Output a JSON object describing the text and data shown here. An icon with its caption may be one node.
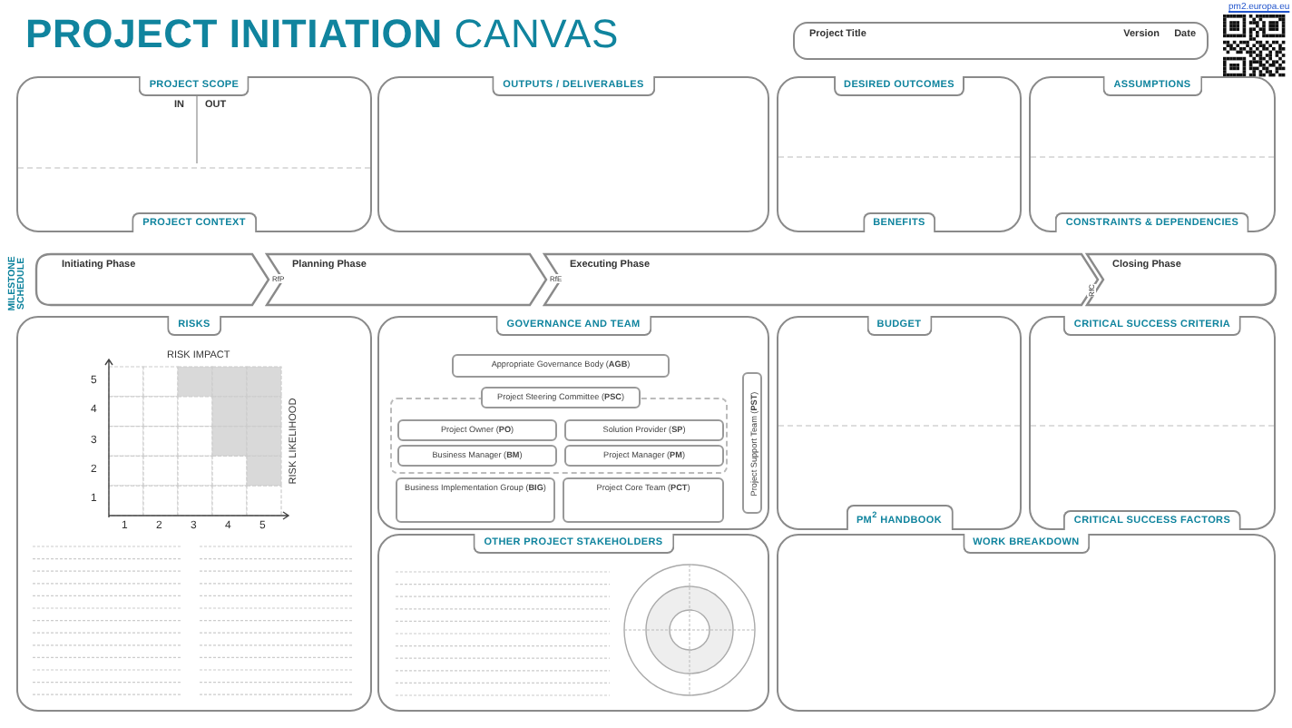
{
  "diagram": {
    "title": "**PROJECT INITIATION** CANVAS",
    "nodes": [
      {
        "text": [
          "Project Title",
          "Version",
          "Date"
        ]
      },
      {
        "text": [
          "PROJECT SCOPE",
          "IN",
          "OUT",
          "PROJECT CONTEXT"
        ]
      },
      {
        "text": [
          "OUTPUTS / DELIVERABLES"
        ]
      },
      {
        "text": [
          "DESIRED OUTCOMES",
          "BENEFITS"
        ]
      },
      {
        "text": [
          "ASSUMPTIONS",
          "CONSTRAINTS & DEPENDENCIES"
        ]
      },
      {
        "text": [
          "Initiating Phase"
        ]
      },
      {
        "text": [
          "Planning Phase"
        ]
      },
      {
        "text": [
          "Executing Phase"
        ]
      },
      {
        "text": [
          "Closing Phase"
        ]
      },
      {
        "text": [
          "RISKS"
        ]
      },
      {
        "text": [
          "GOVERNANCE AND TEAM"
        ]
      },
      {
        "text": [
          "Appropriate Governance Body (**AGB**)"
        ],
        "in": 10
      },
      {
        "text": [
          "Project Steering Committee (**PSC**)"
        ],
        "in": 10
      },
      {
        "text": [],
        "shape": "box",
        "in": 10
      },
      {
        "text": [
          "Project Owner (**PO**)"
        ],
        "in": 13
      },
      {
        "text": [
          "Solution Provider (**SP**)"
        ],
        "in": 13
      },
      {
        "text": [
          "Business Manager (**BM**)"
        ],
        "in": 13
      },
      {
        "text": [
          "Project Manager (**PM**)"
        ],
        "in": 13
      },
      {
        "text": [
          "Business Implementation Group (**BIG**)"
        ],
        "in": 10
      },
      {
        "text": [
          "Project Core Team (**PCT**)"
        ],
        "in": 10
      },
      {
        "text": [
          "Project Support Team (**PST**)"
        ],
        "in": 10
      },
      {
        "text": [
          "BUDGET",
          "PM$^{2}$ HANDBOOK"
        ]
      },
      {
        "text": [
          "CRITICAL SUCCESS CRITERIA",
          "CRITICAL SUCCESS FACTORS"
        ]
      },
      {
        "text": [
          "OTHER PROJECT STAKEHOLDERS"
        ]
      },
      {
        "text": [
          "WORK BREAKDOWN"
        ]
      }
    ],
    "labels": [
      "pm2.europa.eu",
      "MILESTONE SCHEDULE",
      "RfP",
      "RfE",
      "RfC",
      "RISK IMPACT",
      "5",
      "4",
      "3",
      "2",
      "1",
      "RISK LIKELIHOOD",
      "1",
      "2",
      "3",
      "4",
      "5"
    ]
  }
}
